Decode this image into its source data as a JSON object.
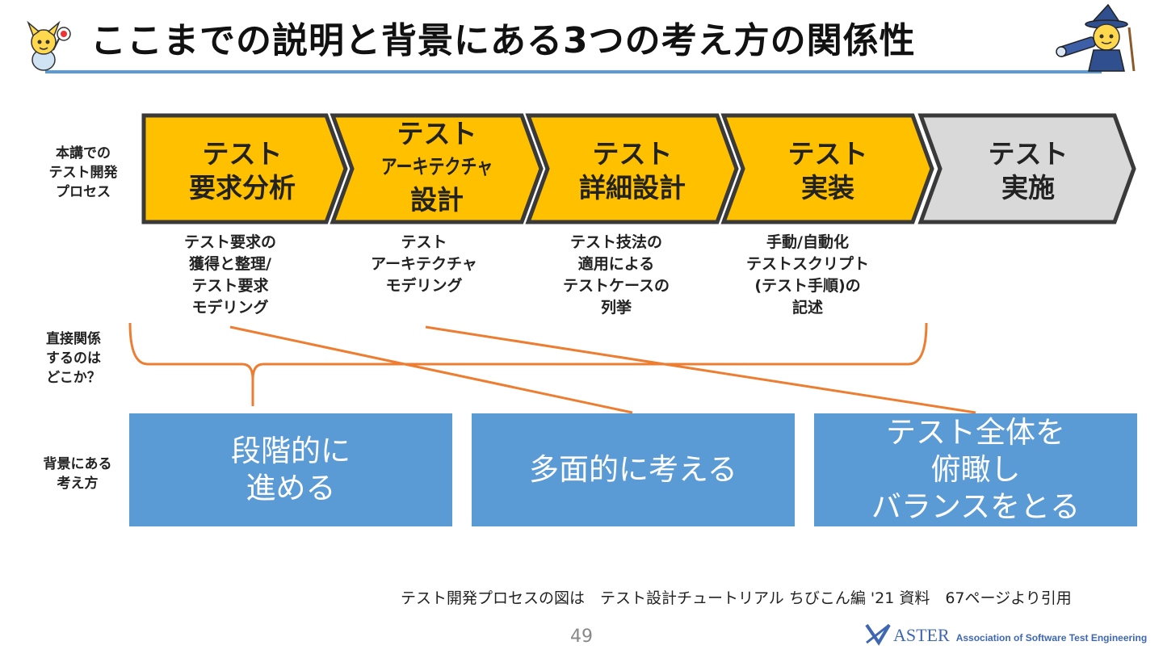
{
  "title": "ここまでの説明と背景にある3つの考え方の関係性",
  "side_labels": {
    "process": "本講での\nテスト開発\nプロセス",
    "relation": "直接関係\nするのは\nどこか？",
    "ideas": "背景にある\n考え方"
  },
  "process_steps": [
    {
      "line1": "テスト",
      "line2": "要求分析",
      "line3": "",
      "active": true
    },
    {
      "line1": "テスト",
      "line2": "アーキテクチャ",
      "line3": "設計",
      "active": true
    },
    {
      "line1": "テスト",
      "line2": "詳細設計",
      "line3": "",
      "active": true
    },
    {
      "line1": "テスト",
      "line2": "実装",
      "line3": "",
      "active": true
    },
    {
      "line1": "テスト",
      "line2": "実施",
      "line3": "",
      "active": false
    }
  ],
  "descriptions": [
    "テスト要求の\n獲得と整理/\nテスト要求\nモデリング",
    "テスト\nアーキテクチャ\nモデリング",
    "テスト技法の\n適用による\nテストケースの\n列挙",
    "手動/自動化\nテストスクリプト\n(テスト手順)の\n記述"
  ],
  "ideas": [
    "段階的に\n進める",
    "多面的に考える",
    "テスト全体を\n俯瞰し\nバランスをとる"
  ],
  "footnote": "テスト開発プロセスの図は　テスト設計チュートリアル ちびこん編 '21 資料　67ページより引用",
  "page_number": "49",
  "logo": {
    "brand": "ASTER",
    "tagline": "Association of Software Test Engineering"
  },
  "colors": {
    "accent_blue": "#5b9bd5",
    "chevron_active": "#ffc000",
    "chevron_inactive": "#d9d9d9",
    "chevron_stroke": "#3a3a3a",
    "connector_orange": "#ed7d31"
  },
  "icons": {
    "mascot_left": "mascot-teacher-icon",
    "mascot_right": "mascot-telescope-icon"
  }
}
